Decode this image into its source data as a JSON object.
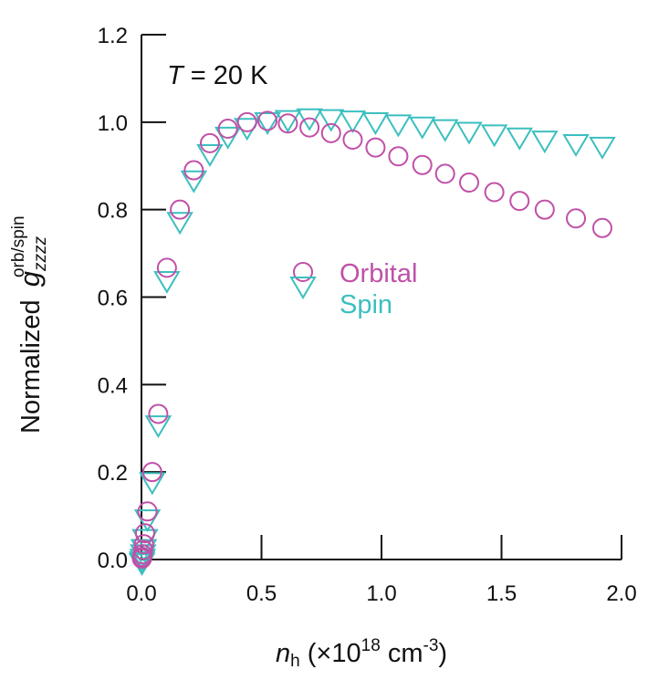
{
  "chart_data": {
    "type": "scatter",
    "title": "",
    "annotation": {
      "italic": "T",
      "rest": " = 20 K"
    },
    "xlabel": {
      "var": "n",
      "sub": "h",
      "pre": " (×10",
      "sup": "18",
      "mid": " cm",
      "sup2": "-3",
      "post": ")"
    },
    "ylabel": {
      "text": "Normalized ",
      "var": "g",
      "sub": "zzzz",
      "sup": "orb/spin"
    },
    "xlim": [
      0.0,
      2.0
    ],
    "ylim": [
      0.0,
      1.2
    ],
    "xticks": [
      "0.0",
      "0.5",
      "1.0",
      "1.5",
      "2.0"
    ],
    "xtick_values": [
      0.0,
      0.5,
      1.0,
      1.5,
      2.0
    ],
    "yticks": [
      "0.0",
      "0.2",
      "0.4",
      "0.6",
      "0.8",
      "1.0",
      "1.2"
    ],
    "ytick_values": [
      0.0,
      0.2,
      0.4,
      0.6,
      0.8,
      1.0,
      1.2
    ],
    "grid": false,
    "legend_position": "center",
    "series": [
      {
        "name": "Orbital",
        "marker": "circle",
        "color": "#c050a8",
        "x": [
          0.002,
          0.003,
          0.005,
          0.007,
          0.01,
          0.015,
          0.025,
          0.045,
          0.07,
          0.106,
          0.16,
          0.218,
          0.285,
          0.36,
          0.44,
          0.525,
          0.61,
          0.7,
          0.79,
          0.88,
          0.975,
          1.07,
          1.17,
          1.265,
          1.365,
          1.47,
          1.575,
          1.68,
          1.81,
          1.92
        ],
        "y": [
          0.002,
          0.006,
          0.012,
          0.022,
          0.035,
          0.06,
          0.11,
          0.2,
          0.333,
          0.667,
          0.8,
          0.89,
          0.952,
          0.985,
          1.0,
          1.003,
          0.997,
          0.988,
          0.975,
          0.96,
          0.942,
          0.922,
          0.902,
          0.882,
          0.862,
          0.84,
          0.82,
          0.8,
          0.78,
          0.758
        ]
      },
      {
        "name": "Spin",
        "marker": "triangle-down",
        "color": "#3cbfbf",
        "x": [
          0.002,
          0.003,
          0.005,
          0.007,
          0.01,
          0.015,
          0.025,
          0.045,
          0.07,
          0.106,
          0.16,
          0.218,
          0.285,
          0.36,
          0.44,
          0.525,
          0.61,
          0.7,
          0.79,
          0.88,
          0.975,
          1.07,
          1.17,
          1.265,
          1.365,
          1.47,
          1.575,
          1.68,
          1.81,
          1.92
        ],
        "y": [
          0.0,
          0.004,
          0.01,
          0.02,
          0.032,
          0.055,
          0.1,
          0.185,
          0.315,
          0.645,
          0.78,
          0.875,
          0.935,
          0.975,
          0.995,
          1.008,
          1.013,
          1.017,
          1.015,
          1.012,
          1.008,
          1.003,
          0.998,
          0.992,
          0.986,
          0.98,
          0.973,
          0.966,
          0.958,
          0.952
        ]
      }
    ]
  }
}
